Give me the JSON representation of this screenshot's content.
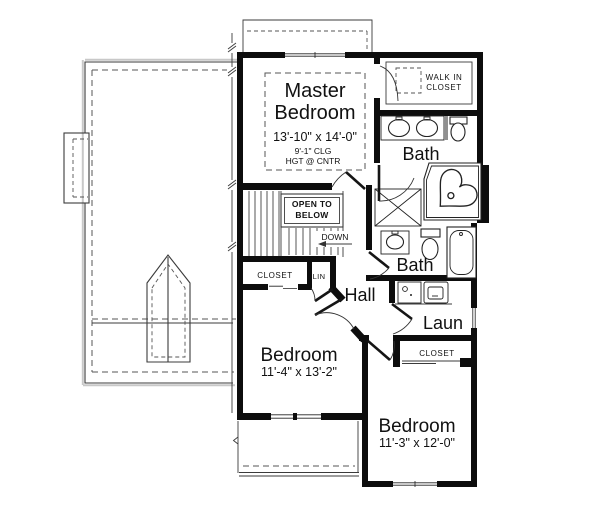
{
  "colors": {
    "wall": "#0d0d0d",
    "thin_line": "#3b3b3b",
    "dashed_line": "#555555",
    "text": "#111111",
    "roof_shadow": "#c8c8c8",
    "background": "#ffffff"
  },
  "rooms": {
    "master_bedroom": {
      "name_line1": "Master",
      "name_line2": "Bedroom",
      "dims": "13'-10\" x 14'-0\"",
      "ceiling_line1": "9'-1\" CLG",
      "ceiling_line2": "HGT @ CNTR"
    },
    "walk_in_closet": {
      "name_line1": "WALK IN",
      "name_line2": "CLOSET"
    },
    "bath_master": {
      "name": "Bath"
    },
    "bath_hall": {
      "name": "Bath"
    },
    "laundry": {
      "name": "Laun"
    },
    "hall": {
      "name": "Hall"
    },
    "bedroom_2": {
      "name": "Bedroom",
      "dims": "11'-4\" x 13'-2\""
    },
    "bedroom_3": {
      "name": "Bedroom",
      "dims": "11'-3\" x 12'-0\""
    },
    "hall_closet": {
      "name": "CLOSET"
    },
    "linen_closet": {
      "name": "LIN"
    },
    "bedroom_3_closet": {
      "name": "CLOSET"
    }
  },
  "stairs": {
    "open_to_below_line1": "OPEN TO",
    "open_to_below_line2": "BELOW",
    "direction": "DOWN"
  }
}
